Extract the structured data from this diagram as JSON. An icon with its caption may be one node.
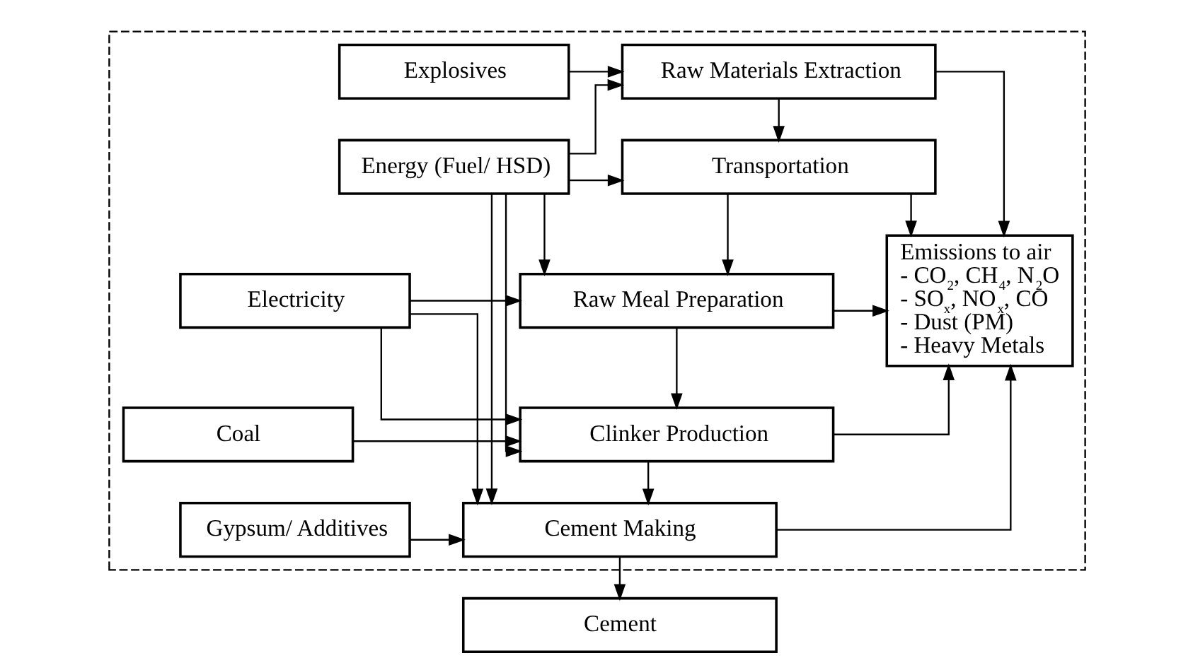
{
  "diagram": {
    "nodes": [
      {
        "text": [],
        "shape": "box"
      },
      {
        "text": [
          "Explosives"
        ],
        "in": 0
      },
      {
        "text": [
          "Raw Materials Extraction"
        ],
        "in": 0
      },
      {
        "text": [
          "Energy (Fuel/ HSD)"
        ],
        "in": 0
      },
      {
        "text": [
          "Transportation"
        ],
        "in": 0
      },
      {
        "text": [
          "Electricity"
        ],
        "in": 0
      },
      {
        "text": [
          "Raw Meal Preparation"
        ],
        "in": 0
      },
      {
        "text": [
          "Coal"
        ],
        "in": 0
      },
      {
        "text": [
          "Clinker Production"
        ],
        "in": 0
      },
      {
        "text": [
          "Gypsum/ Additives"
        ],
        "in": 0
      },
      {
        "text": [
          "Cement Making"
        ],
        "in": 0
      },
      {
        "text": [
          "Emissions to air",
          "- CO$_{2}$, CH$_{4}$, N$_{2}$O",
          "- SO$_{x}$, NO$_{x}$, CO",
          "- Dust (PM)",
          "- Heavy Metals"
        ],
        "in": 0
      },
      {
        "text": [
          "Cement"
        ]
      }
    ],
    "edges": [
      {
        "from": 1,
        "to": 2,
        "arrow": "to"
      },
      {
        "from": 3,
        "to": 4,
        "arrow": "to"
      },
      {
        "from": 3,
        "to": 2,
        "arrow": "to"
      },
      {
        "from": 3,
        "to": 6,
        "arrow": "to"
      },
      {
        "from": 3,
        "to": 8,
        "arrow": "to"
      },
      {
        "from": 3,
        "to": 10,
        "arrow": "to"
      },
      {
        "from": 5,
        "to": 6,
        "arrow": "to"
      },
      {
        "from": 5,
        "to": 8,
        "arrow": "to"
      },
      {
        "from": 5,
        "to": 10,
        "arrow": "to"
      },
      {
        "from": 7,
        "to": 8,
        "arrow": "to"
      },
      {
        "from": 9,
        "to": 10,
        "arrow": "to"
      },
      {
        "from": 2,
        "to": 4,
        "arrow": "to"
      },
      {
        "from": 4,
        "to": 6,
        "arrow": "to"
      },
      {
        "from": 6,
        "to": 8,
        "arrow": "to"
      },
      {
        "from": 8,
        "to": 10,
        "arrow": "to"
      },
      {
        "from": 10,
        "to": 12,
        "arrow": "to"
      },
      {
        "from": 2,
        "to": 11,
        "arrow": "to"
      },
      {
        "from": 4,
        "to": 11,
        "arrow": "to"
      },
      {
        "from": 6,
        "to": 11,
        "arrow": "to"
      },
      {
        "from": 8,
        "to": 11,
        "arrow": "to"
      },
      {
        "from": 10,
        "to": 11,
        "arrow": "to"
      }
    ]
  }
}
